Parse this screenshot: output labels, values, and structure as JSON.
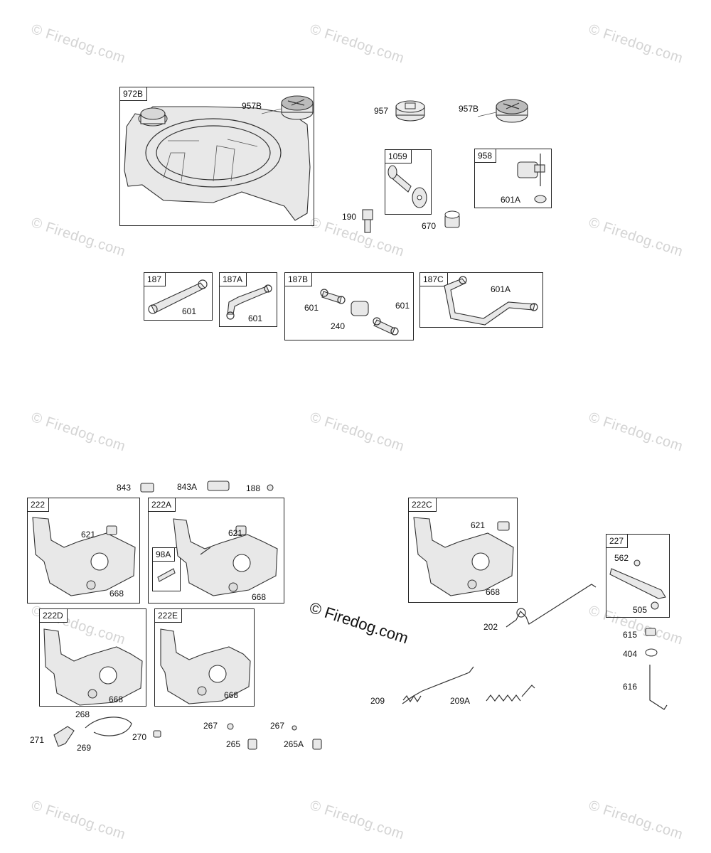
{
  "watermark": {
    "text": "© Firedog.com"
  },
  "center_watermark": {
    "text": "© Firedog.com"
  },
  "boxes": {
    "b972B": "972B",
    "b1059": "1059",
    "b958": "958",
    "b187": "187",
    "b187A": "187A",
    "b187B": "187B",
    "b187C": "187C",
    "b222": "222",
    "b222A": "222A",
    "b98A": "98A",
    "b222C": "222C",
    "b227": "227",
    "b222D": "222D",
    "b222E": "222E"
  },
  "labels": {
    "l957B_a": "957B",
    "l957": "957",
    "l957B_b": "957B",
    "l601A_958": "601A",
    "l190": "190",
    "l670": "670",
    "l601_187": "601",
    "l601_187A": "601",
    "l601_187B_l": "601",
    "l601_187B_r": "601",
    "l240": "240",
    "l601A_187C": "601A",
    "l843": "843",
    "l843A": "843A",
    "l188": "188",
    "l621_222": "621",
    "l668_222": "668",
    "l621_222A": "621",
    "l668_222A": "668",
    "l621_222C": "621",
    "l668_222C": "668",
    "l562": "562",
    "l505": "505",
    "l202": "202",
    "l615": "615",
    "l404": "404",
    "l616": "616",
    "l668_222D": "668",
    "l668_222E": "668",
    "l268": "268",
    "l271": "271",
    "l269": "269",
    "l270": "270",
    "l267_a": "267",
    "l267_b": "267",
    "l265": "265",
    "l265A": "265A",
    "l209": "209",
    "l209A": "209A"
  }
}
